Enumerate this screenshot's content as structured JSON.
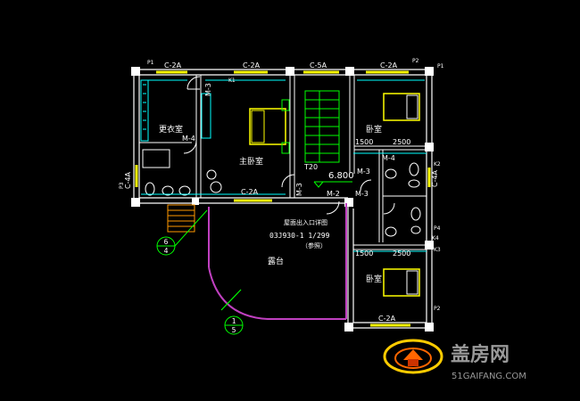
{
  "plan": {
    "windows": {
      "top_left": "C-2A",
      "top_mid": "C-2A",
      "top_stair": "C-5A",
      "top_right": "C-2A",
      "mid_corridor": "C-2A",
      "bottom_right": "C-2A",
      "left_side": "C-4A",
      "right_side": "C-4A"
    },
    "doors": {
      "m3_top": "M-3",
      "m4_left": "M-4",
      "m3_center": "M-3",
      "m2": "M-2",
      "m3_right": "M-3",
      "m3_right_upper": "M-3",
      "m4_right": "M-4"
    },
    "rooms": {
      "dressing": "更衣室",
      "master": "主卧室",
      "bedroom_upper": "卧室",
      "bedroom_lower": "卧室",
      "terrace": "露台"
    },
    "dimensions": {
      "upper_a": "1500",
      "upper_b": "2500",
      "lower_a": "1500",
      "lower_b": "2500"
    },
    "elevation": "6.800",
    "stair_mark": "T20",
    "note_line1": "屋面出入口详图",
    "note_line2": "03J930-1 1/299",
    "note_line3": "（参照）",
    "axis_marks": {
      "p1_tl": "P1",
      "p1_tr": "P1",
      "p2_top": "P2",
      "p2_right": "P2",
      "p3": "P3",
      "p4": "P4",
      "k1": "K1",
      "k2": "K2",
      "k3": "K3",
      "k4": "K4"
    },
    "callouts": {
      "c1_top": "6",
      "c1_bottom": "4",
      "c2_top": "1",
      "c2_bottom": "5"
    }
  },
  "watermark": {
    "brand": "盖房网",
    "url": "51GAIFANG.COM"
  }
}
